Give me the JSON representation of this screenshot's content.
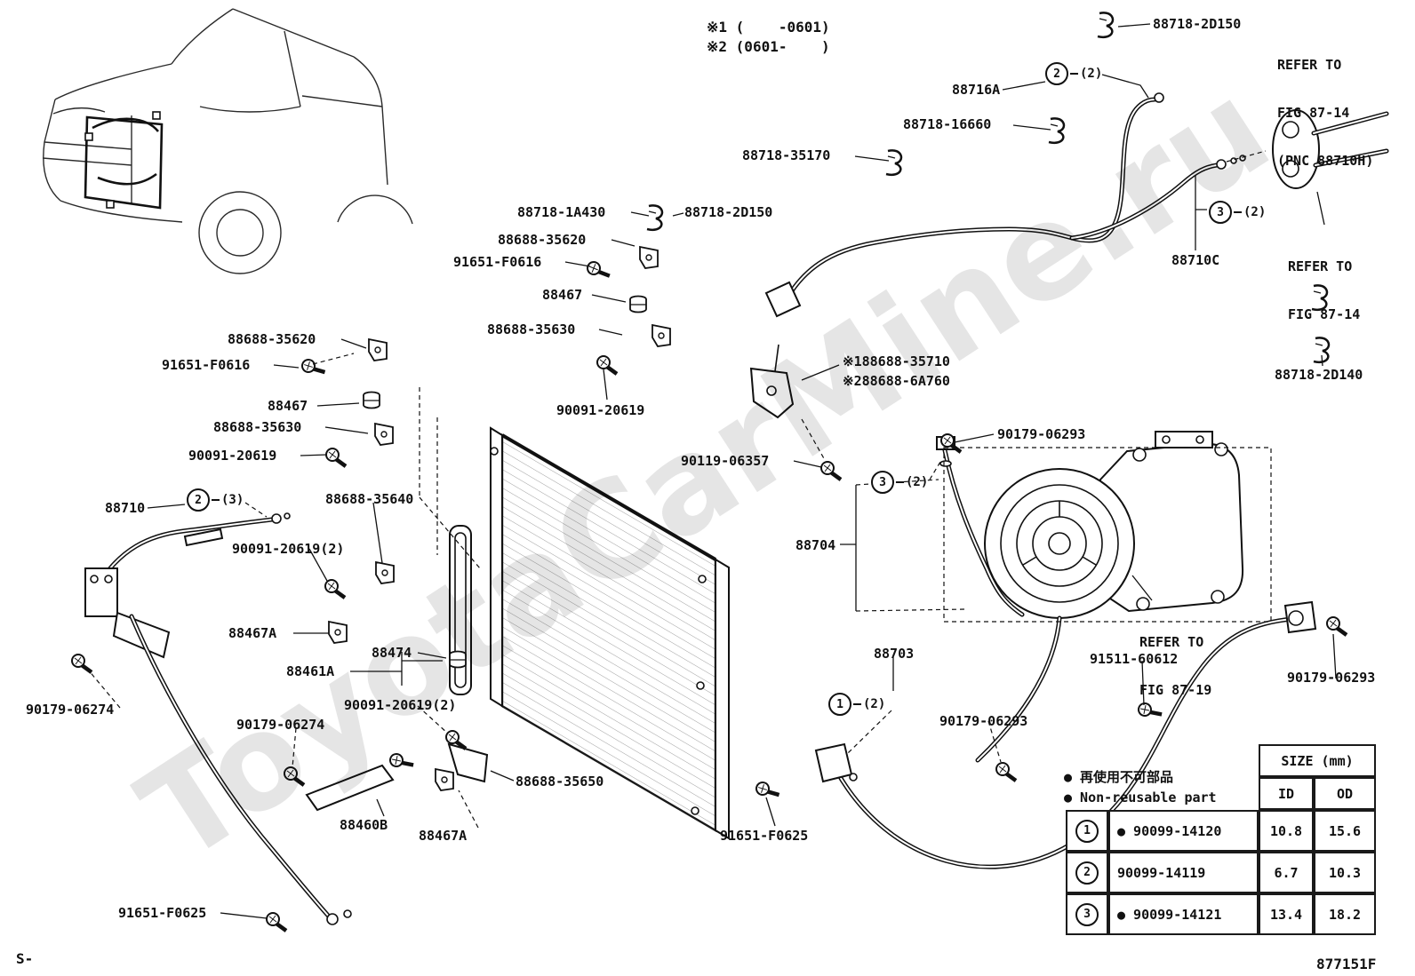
{
  "watermark": "ToyotaCarMine.ru",
  "notes": [
    "※1 (    -0601)",
    "※2 (0601-    )"
  ],
  "part_labels": [
    "88718-2D150",
    "88716A",
    "88718-16660",
    "88718-35170",
    "88718-1A430",
    "88718-2D150",
    "88688-35620",
    "91651-F0616",
    "88467",
    "88688-35630",
    "※188688-35710",
    "※288688-6A760",
    "88710C",
    "88718-2D140",
    "88688-35620",
    "91651-F0616",
    "88467",
    "88688-35630",
    "90091-20619",
    "90091-20619",
    "90119-06357",
    "90179-06293",
    "88704",
    "88710",
    "88688-35640",
    "90091-20619(2)",
    "88467A",
    "88474",
    "88461A",
    "90091-20619(2)",
    "90179-06274",
    "90179-06274",
    "88688-35650",
    "88460B",
    "88467A",
    "91651-F0625",
    "88703",
    "90179-06293",
    "91511-60612",
    "90179-06293",
    "91651-F0625"
  ],
  "refer_notes": [
    {
      "lines": [
        "REFER TO",
        "FIG 87-14",
        "(PNC 88710H)"
      ]
    },
    {
      "lines": [
        "REFER TO",
        "FIG 87-14"
      ]
    },
    {
      "lines": [
        "REFER TO",
        "FIG 87-19"
      ]
    }
  ],
  "markers": [
    {
      "n": "2",
      "qty": "(2)"
    },
    {
      "n": "3",
      "qty": "(2)"
    },
    {
      "n": "3",
      "qty": "(2)"
    },
    {
      "n": "2",
      "qty": "(3)"
    },
    {
      "n": "1",
      "qty": "(2)"
    }
  ],
  "legend": {
    "jp": "● 再使用不可部品",
    "en": "● Non-reusable part"
  },
  "size_table": {
    "title": "SIZE (mm)",
    "columns": [
      "ID",
      "OD"
    ],
    "rows": [
      {
        "num": "1",
        "part": "● 90099-14120",
        "id": "10.8",
        "od": "15.6"
      },
      {
        "num": "2",
        "part": "90099-14119",
        "id": "6.7",
        "od": "10.3"
      },
      {
        "num": "3",
        "part": "● 90099-14121",
        "id": "13.4",
        "od": "18.2"
      }
    ]
  },
  "footer": {
    "left": "S-",
    "code": "877151F"
  },
  "icons": {
    "bolt": "hex-bolt-icon",
    "clamp": "pipe-clamp-icon",
    "grommet": "cushion-grommet-icon",
    "bracket": "mounting-bracket-icon"
  }
}
